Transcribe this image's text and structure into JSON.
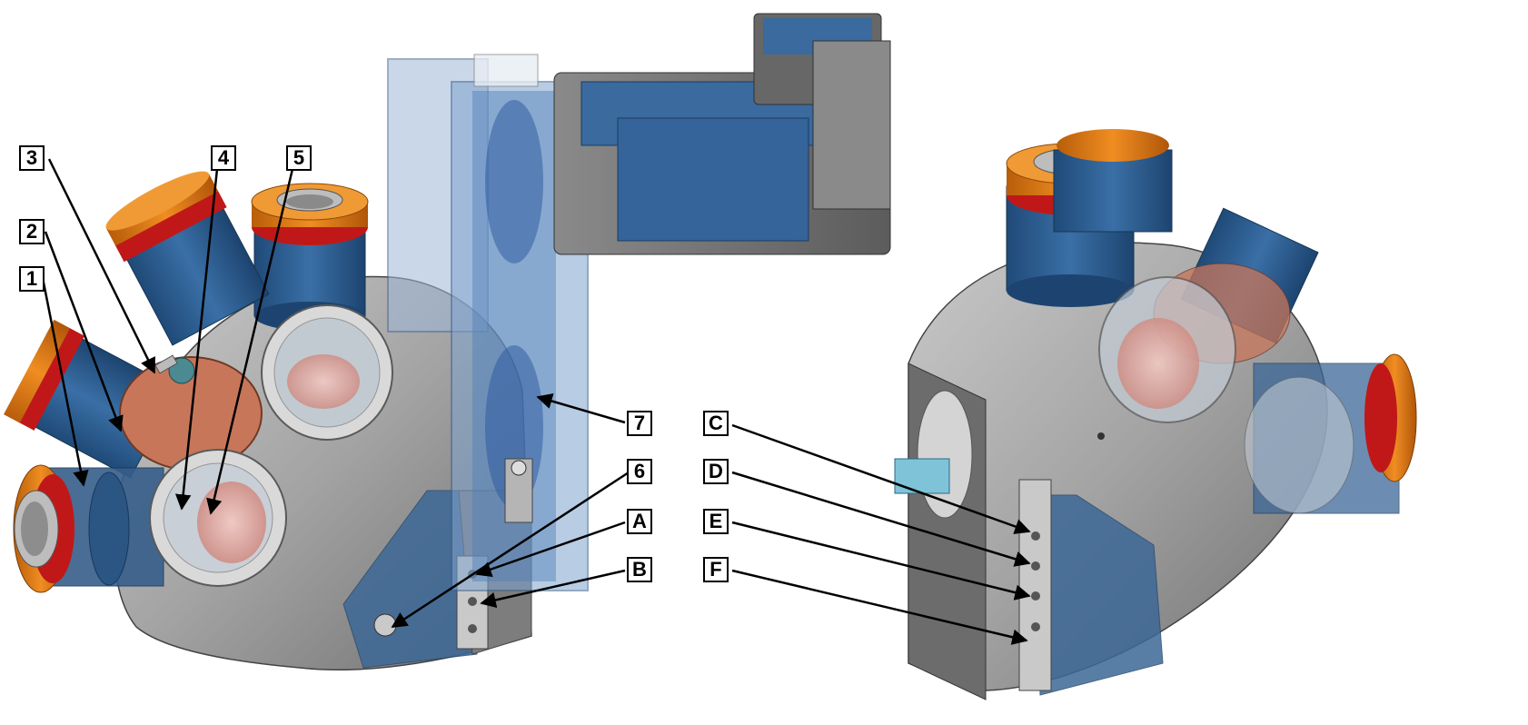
{
  "diagram": {
    "callouts_left": [
      {
        "id": "1",
        "label": "1"
      },
      {
        "id": "2",
        "label": "2"
      },
      {
        "id": "3",
        "label": "3"
      },
      {
        "id": "4",
        "label": "4"
      },
      {
        "id": "5",
        "label": "5"
      },
      {
        "id": "6",
        "label": "6"
      },
      {
        "id": "7",
        "label": "7"
      },
      {
        "id": "A",
        "label": "A"
      },
      {
        "id": "B",
        "label": "B"
      }
    ],
    "callouts_right": [
      {
        "id": "C",
        "label": "C"
      },
      {
        "id": "D",
        "label": "D"
      },
      {
        "id": "E",
        "label": "E"
      },
      {
        "id": "F",
        "label": "F"
      }
    ],
    "colors": {
      "housing_gray": "#9a9a9a",
      "port_blue": "#2f5f8f",
      "flange_orange": "#e07a12",
      "gasket_red": "#c01818",
      "copper_plate": "#c8765a",
      "glass_blue": "#7fa8d8"
    }
  }
}
